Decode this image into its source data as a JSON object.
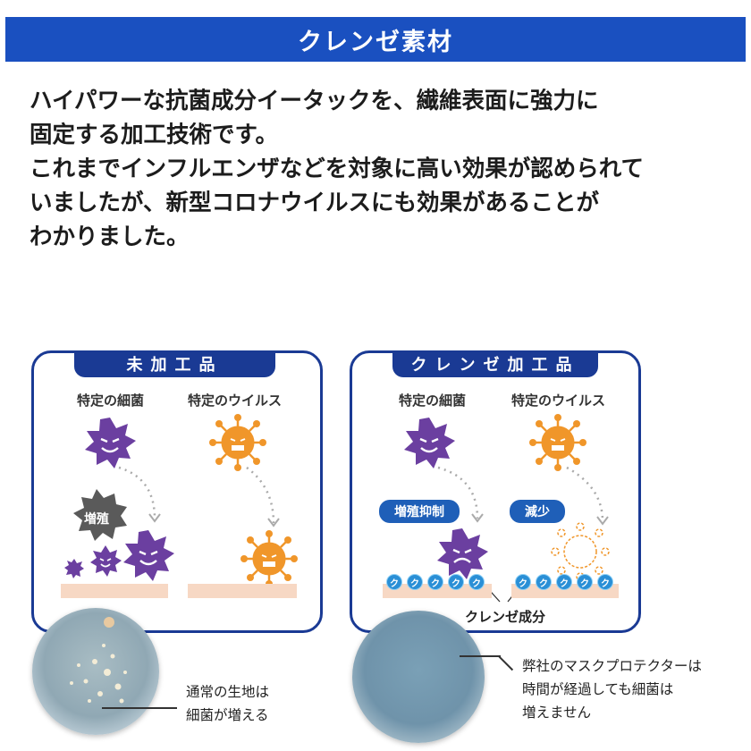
{
  "header": {
    "title": "クレンゼ素材"
  },
  "intro": {
    "lines": [
      "ハイパワーな抗菌成分イータックを、繊維表面に強力に",
      "固定する加工技術です。",
      "これまでインフルエンザなどを対象に高い効果が認められて",
      "いましたが、新型コロナウイルスにも効果があることが",
      "わかりました。"
    ]
  },
  "untreated": {
    "title": "未加工品",
    "bacteria_label": "特定の細菌",
    "virus_label": "特定のウイルス",
    "growth_badge": "増殖"
  },
  "treated": {
    "title": "クレンゼ加工品",
    "bacteria_label": "特定の細菌",
    "virus_label": "特定のウイルス",
    "suppression_badge": "増殖抑制",
    "reduction_badge": "減少",
    "agent_glyph": "ク",
    "agent_label": "クレンゼ成分"
  },
  "captions": {
    "normal_line1": "通常の生地は",
    "normal_line2": "細菌が増える",
    "ours_line1": "弊社のマスクプロテクターは",
    "ours_line2": "時間が経過しても細菌は",
    "ours_line3": "増えません"
  },
  "colors": {
    "header_bg": "#1a50c0",
    "panel_border": "#1a3a94",
    "bacteria": "#6b3fa0",
    "virus": "#f0962a",
    "badge_blue": "#1f5fb8",
    "floor": "#f7d8c4"
  }
}
